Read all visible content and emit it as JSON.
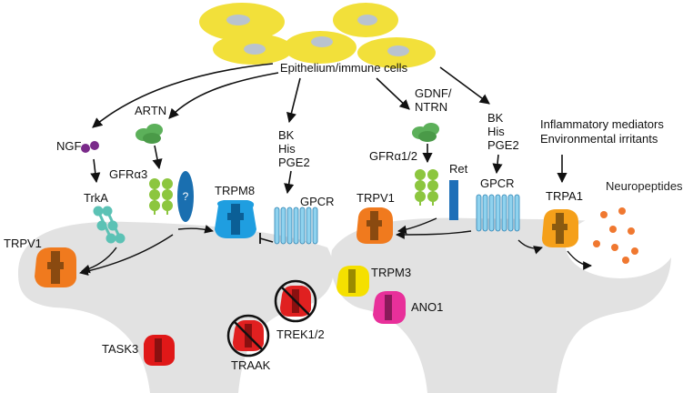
{
  "source_label": "Epithelium/immune cells",
  "ligands": {
    "ngf": "NGF",
    "artn": "ARTN",
    "gdnf_ntrn": [
      "GDNF/",
      "NTRN"
    ],
    "mediators_left": [
      "BK",
      "His",
      "PGE2"
    ],
    "mediators_right": [
      "BK",
      "His",
      "PGE2"
    ],
    "inflammatory": [
      "Inflammatory mediators",
      "Environmental irritants"
    ]
  },
  "receptors": {
    "trka": "TrkA",
    "gfra3": "GFRα3",
    "unknown": "?",
    "trpm8": "TRPM8",
    "gpcr_left": "GPCR",
    "trpv1_left": "TRPV1",
    "gfra12": "GFRα1/2",
    "ret": "Ret",
    "gpcr_right": "GPCR",
    "trpv1_right": "TRPV1",
    "trpa1": "TRPA1",
    "neuropeptides": "Neuropeptides"
  },
  "channels": {
    "trpm3": "TRPM3",
    "ano1": "ANO1",
    "trek12": "TREK1/2",
    "traak": "TRAAK",
    "task3": "TASK3"
  },
  "colors": {
    "epithelial_cell": "#f2e03a",
    "nucleus": "#b9c3cf",
    "neuron": "#e2e2e2",
    "trpv1": "#f07a1e",
    "trpv1_dark": "#8a4a10",
    "trpm8": "#1f9ee0",
    "trpm8_dark": "#0b5f96",
    "gpcr": "#8fd2ee",
    "trka": "#5cc2b5",
    "gfra": "#8cc63f",
    "ret": "#1e6fb8",
    "unknown_receptor": "#1a6fb0",
    "ngf": "#7a2a8a",
    "artn": "#5cb05a",
    "trpm3": "#f5e000",
    "ano1": "#e8309a",
    "trek": "#e02020",
    "task3": "#e01818",
    "trpa1": "#f5a01a",
    "neuropeptide": "#f07830"
  }
}
